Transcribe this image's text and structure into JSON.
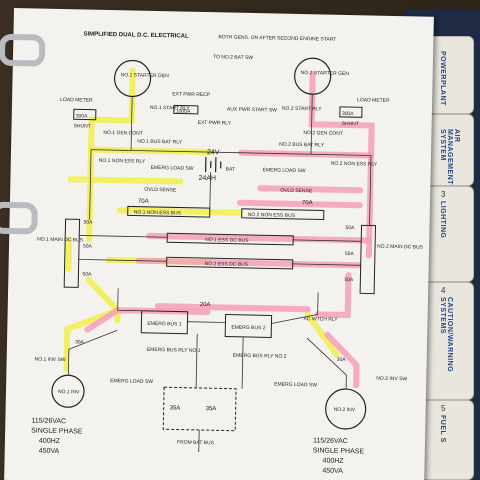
{
  "title": "SIMPLIFIED DUAL D.C. ELECTRICAL",
  "subtitle": "BOTH GENS. ON AFTER SECOND ENGINE START",
  "tabs": [
    {
      "num": "",
      "label": "POWERPLANT"
    },
    {
      "num": "",
      "label": "AIR MANAGEMENT SYSTEM"
    },
    {
      "num": "3",
      "label": "LIGHTING"
    },
    {
      "num": "4",
      "label": "CAUTION/WARNING SYSTEMS"
    },
    {
      "num": "5",
      "label": "FUEL S"
    }
  ],
  "labels": {
    "to_no2_bat_sw": "TO NO.2 BAT SW",
    "no1_starter_gen": "NO.1 STARTER GEN",
    "no2_starter_gen": "NO.2 STARTER GEN",
    "load_meter_l": "LOAD METER",
    "load_meter_r": "LOAD METER",
    "a300_l": "300A",
    "a300_r": "300A",
    "shunt_l": "SHUNT",
    "shunt_r": "SHUNT",
    "no1_gen_cont": "NO.1 GEN CONT",
    "no1_start_rly": "NO.1 START RLY",
    "ext_pwr_rly": "EXT PWR RLY",
    "ext_pwr_recp": "EXT PWR RECP",
    "a1000": "1000A",
    "aux_pwr_start": "AUX PWR START SW",
    "no2_start_rly": "NO.2 START RLY",
    "no2_gen_cont": "NO.2 GEN CONT",
    "bat_24v": "24V",
    "bat_24ah": "24AH",
    "bat": "BAT",
    "no1_bus_bat_rly": "NO.1 BUS BAT RLY",
    "no2_bus_bat_rly": "NO.2 BUS BAT RLY",
    "emerg_load_sw_l": "EMERG LOAD SW",
    "emerg_load_sw_r": "EMERG LOAD SW",
    "no1_non_ess_rly": "NO.1 NON ESS RLY",
    "no2_non_ess_rly": "NO.2 NON ESS RLY",
    "ovld_sense_l": "OVLD SENSE",
    "ovld_sense_r": "OVLD SENSE",
    "a70_l": "70A",
    "a70_r": "70A",
    "no1_non_ess_bus": "NO.1 NON ESS BUS",
    "no2_non_ess_bus": "NO.2 NON ESS BUS",
    "no1_main_dc_bus": "NO.1 MAIN DC BUS",
    "no2_main_dc_bus": "NO.2 MAIN DC BUS",
    "no1_ess_bus": "NO.1 ESS DC BUS",
    "no2_ess_bus": "NO.2 ESS DC BUS",
    "a50": "50A",
    "a20": "20A",
    "emerg_bus1": "EMERG BUS 1",
    "emerg_bus2": "EMERG BUS 2",
    "ac_wtch_rly": "AC WTCH RLY",
    "a30_l": "30A",
    "a30_r": "30A",
    "no1_inv_sw": "NO.1 INV SW",
    "no2_inv_sw": "NO.2 INV SW",
    "no1_inv": "NO.1 INV",
    "no2_inv": "NO.2 INV",
    "emerg_bus_rly1": "EMERG BUS RLY NO.1",
    "emerg_bus_rly2": "EMERG BUS RLY NO.2",
    "emerg_load_sw_bl": "EMERG LOAD SW",
    "emerg_load_sw_br": "EMERG LOAD SW",
    "a35_l": "35A",
    "a35_r": "35A",
    "from_bat_bus": "FROM BAT BUS",
    "inv_l_1": "115/26VAC",
    "inv_l_2": "SINGLE PHASE",
    "inv_l_3": "400HZ",
    "inv_l_4": "450VA",
    "inv_r_1": "115/26VAC",
    "inv_r_2": "SINGLE PHASE",
    "inv_r_3": "400HZ",
    "inv_r_4": "450VA"
  }
}
